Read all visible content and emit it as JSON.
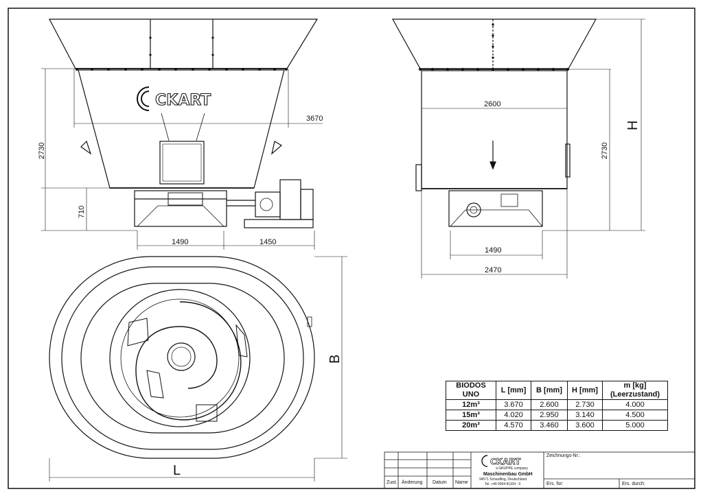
{
  "dimensions": {
    "front_width": "3670",
    "front_height": "2730",
    "front_base_height": "710",
    "front_base_width": "1490",
    "front_motor_width": "1450",
    "side_inner_width": "2600",
    "side_height": "2730",
    "side_overall_height": "H",
    "side_base_width": "1490",
    "side_overall_width": "2470",
    "plan_length": "L",
    "plan_width": "B"
  },
  "logo": {
    "text": "CKART",
    "sub": "a GRUPPE company"
  },
  "spec_table": {
    "headers": [
      "BIODOS UNO",
      "L [mm]",
      "B [mm]",
      "H [mm]",
      "m [kg] (Leerzustand)"
    ],
    "rows": [
      [
        "12m³",
        "3.670",
        "2.600",
        "2.730",
        "4.000"
      ],
      [
        "15m³",
        "4.020",
        "2.950",
        "3.140",
        "4.500"
      ],
      [
        "20m³",
        "4.570",
        "3.460",
        "3.600",
        "5.000"
      ]
    ]
  },
  "title_block": {
    "col_zust": "Zust.",
    "col_aenderung": "Änderung",
    "col_datum": "Datum",
    "col_name": "Name",
    "company": "Maschinenbau GmbH",
    "address": "94571 Schaufling, Deutschland",
    "phone": "Tel. +49 9904 81104 - 0",
    "zeichnungs_nr": "Zeichnungs-Nr.:",
    "ers_fuer": "Ers. für:",
    "ers_durch": "Ers. durch:"
  }
}
